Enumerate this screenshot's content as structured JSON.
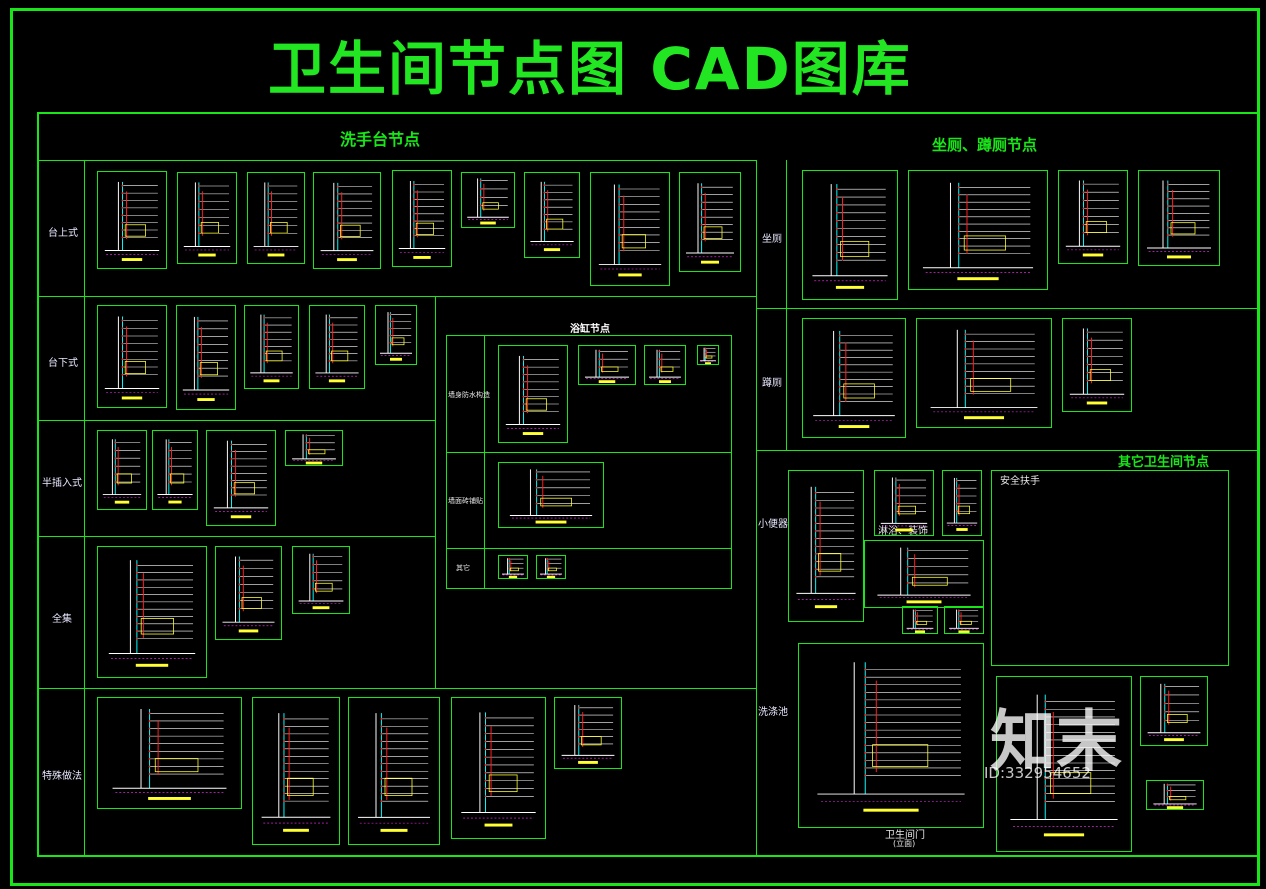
{
  "title": "卫生间节点图 CAD图库",
  "sections": {
    "washbasin": "洗手台节点",
    "toilet": "坐厕、蹲厕节点",
    "other": "其它卫生间节点",
    "sub_box": "浴缸节点"
  },
  "row_labels": {
    "countertop": "台上式",
    "undercounter": "台下式",
    "semi_embedded": "半插入式",
    "full_set": "全集",
    "special": "特殊做法",
    "seat_toilet": "坐厕",
    "squat_toilet": "蹲厕",
    "urinal": "小便器",
    "wash_basin": "洗涤池"
  },
  "inner_labels": {
    "sub1": "墙身防水构造",
    "sub2": "墙面砖铺贴",
    "sub3": "其它",
    "safety_rail": "安全扶手",
    "shower": "淋浴、装饰",
    "door": "卫生间门",
    "door_sub": "(立面)"
  },
  "watermark": {
    "logo": "知末",
    "id": "ID:332954652"
  },
  "colors": {
    "frame": "#19e619",
    "title": "#22e622",
    "line_white": "#ffffff",
    "line_cyan": "#00ffff",
    "line_red": "#ff2020",
    "line_yellow": "#ffff33",
    "line_magenta": "#ff33ff"
  }
}
